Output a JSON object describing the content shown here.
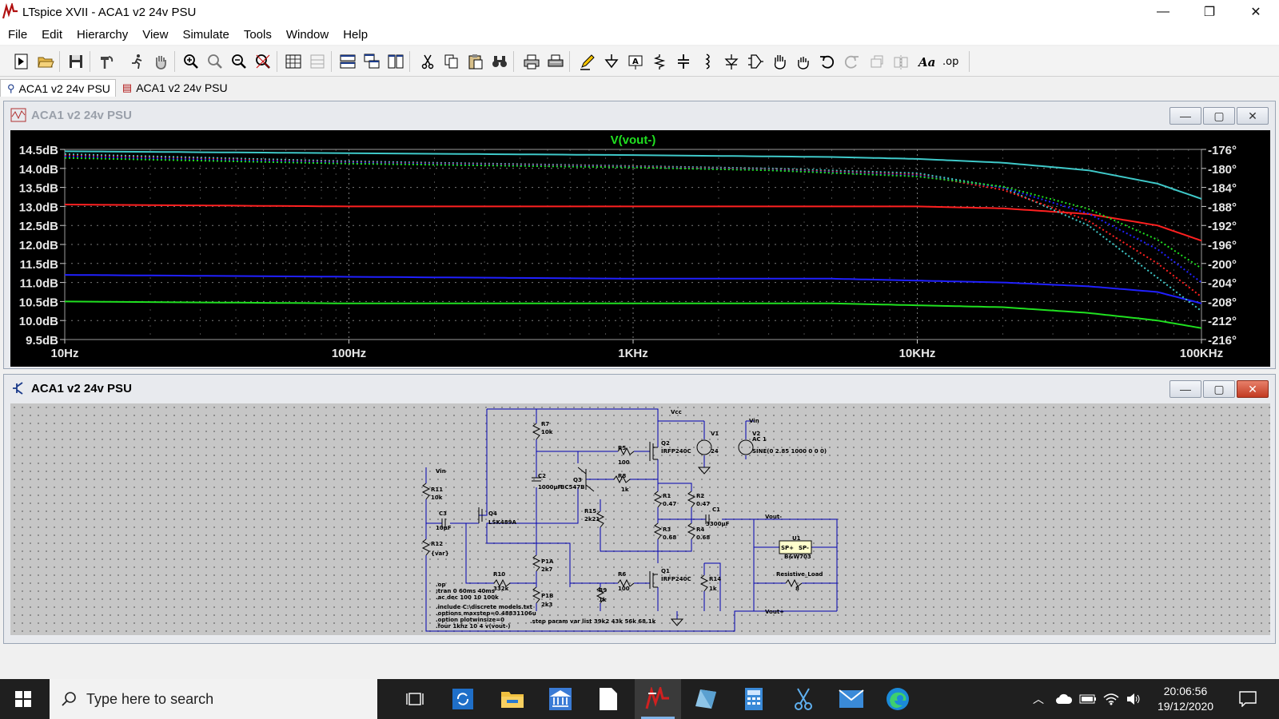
{
  "window": {
    "title": "LTspice XVII - ACA1 v2 24v PSU",
    "minimize": "—",
    "restore": "❐",
    "close": "✕"
  },
  "menu": [
    "File",
    "Edit",
    "Hierarchy",
    "View",
    "Simulate",
    "Tools",
    "Window",
    "Help"
  ],
  "tabs": [
    {
      "label": "ACA1 v2 24v PSU",
      "icon": "schematic-icon"
    },
    {
      "label": "ACA1 v2 24v PSU",
      "icon": "waveform-icon"
    }
  ],
  "plot_pane": {
    "title": "ACA1 v2 24v PSU"
  },
  "schematic_pane": {
    "title": "ACA1 v2 24v PSU"
  },
  "pane_controls": {
    "min": "—",
    "max": "▢",
    "close": "✕"
  },
  "chart_data": {
    "type": "line",
    "title": "V(vout-)",
    "xscale": "log",
    "xlim": [
      10,
      100000
    ],
    "xticks": [
      10,
      100,
      1000,
      10000,
      100000
    ],
    "xtick_labels": [
      "10Hz",
      "100Hz",
      "1KHz",
      "10KHz",
      "100KHz"
    ],
    "ylim_left": [
      9.5,
      14.5
    ],
    "yticks_left": [
      9.5,
      10.0,
      10.5,
      11.0,
      11.5,
      12.0,
      12.5,
      13.0,
      13.5,
      14.0,
      14.5
    ],
    "ytick_labels_left": [
      "9.5dB",
      "10.0dB",
      "10.5dB",
      "11.0dB",
      "11.5dB",
      "12.0dB",
      "12.5dB",
      "13.0dB",
      "13.5dB",
      "14.0dB",
      "14.5dB"
    ],
    "ylim_right": [
      -216,
      -176
    ],
    "yticks_right": [
      -216,
      -212,
      -208,
      -204,
      -200,
      -196,
      -192,
      -188,
      -184,
      -180,
      -176
    ],
    "ytick_labels_right": [
      "-216°",
      "-212°",
      "-208°",
      "-204°",
      "-200°",
      "-196°",
      "-192°",
      "-188°",
      "-184°",
      "-180°",
      "-176°"
    ],
    "grid": true,
    "background": "#000000",
    "series": [
      {
        "color": "#3fc9c9",
        "style": "solid",
        "axis": "left",
        "x": [
          10,
          100,
          1000,
          5000,
          10000,
          20000,
          40000,
          70000,
          100000
        ],
        "y": [
          14.45,
          14.4,
          14.35,
          14.3,
          14.25,
          14.15,
          13.95,
          13.6,
          13.2
        ]
      },
      {
        "color": "#ff2020",
        "style": "solid",
        "axis": "left",
        "x": [
          10,
          100,
          1000,
          5000,
          10000,
          20000,
          40000,
          70000,
          100000
        ],
        "y": [
          13.05,
          13.0,
          13.0,
          13.0,
          13.0,
          12.95,
          12.8,
          12.5,
          12.1
        ]
      },
      {
        "color": "#2020ff",
        "style": "solid",
        "axis": "left",
        "x": [
          10,
          100,
          1000,
          5000,
          10000,
          20000,
          40000,
          70000,
          100000
        ],
        "y": [
          11.2,
          11.15,
          11.1,
          11.1,
          11.05,
          11.0,
          10.9,
          10.75,
          10.45
        ]
      },
      {
        "color": "#20e020",
        "style": "solid",
        "axis": "left",
        "x": [
          10,
          100,
          1000,
          5000,
          10000,
          20000,
          40000,
          70000,
          100000
        ],
        "y": [
          10.5,
          10.45,
          10.45,
          10.45,
          10.4,
          10.35,
          10.2,
          10.0,
          9.8
        ]
      },
      {
        "color": "#3fc9c9",
        "style": "dotted",
        "axis": "right",
        "x": [
          10,
          100,
          1000,
          3000,
          10000,
          20000,
          40000,
          70000,
          100000
        ],
        "y": [
          -177,
          -178.5,
          -179.5,
          -180,
          -181,
          -184,
          -192,
          -203,
          -210
        ]
      },
      {
        "color": "#ff2020",
        "style": "dotted",
        "axis": "right",
        "x": [
          10,
          100,
          1000,
          3000,
          10000,
          20000,
          40000,
          70000,
          100000
        ],
        "y": [
          -177.3,
          -178.7,
          -179.6,
          -180.2,
          -181.3,
          -184.5,
          -191,
          -200,
          -207
        ]
      },
      {
        "color": "#2020ff",
        "style": "dotted",
        "axis": "right",
        "x": [
          10,
          100,
          1000,
          3000,
          10000,
          20000,
          40000,
          70000,
          100000
        ],
        "y": [
          -177.5,
          -178.8,
          -179.7,
          -180.3,
          -181.5,
          -184,
          -189.5,
          -197,
          -204
        ]
      },
      {
        "color": "#20e020",
        "style": "dotted",
        "axis": "right",
        "x": [
          10,
          100,
          1000,
          3000,
          10000,
          20000,
          40000,
          70000,
          100000
        ],
        "y": [
          -177.8,
          -179,
          -179.8,
          -180.4,
          -181.7,
          -183.8,
          -188.5,
          -195,
          -201
        ]
      }
    ]
  },
  "schematic": {
    "labels": [
      {
        "t": "Vcc"
      },
      {
        "t": "Vin"
      },
      {
        "t": "Vin"
      },
      {
        "t": "Vout-"
      },
      {
        "t": "Vout+"
      },
      {
        "t": "R7"
      },
      {
        "t": "10k"
      },
      {
        "t": "R5"
      },
      {
        "t": "100"
      },
      {
        "t": "Q2"
      },
      {
        "t": "IRFP240C"
      },
      {
        "t": "V1"
      },
      {
        "t": "24"
      },
      {
        "t": "V2"
      },
      {
        "t": "AC 1"
      },
      {
        "t": "SINE(0 2.85 1000 0 0 0)"
      },
      {
        "t": "C2"
      },
      {
        "t": "1000µF"
      },
      {
        "t": "Q3"
      },
      {
        "t": "BC547B"
      },
      {
        "t": "R8"
      },
      {
        "t": "1k"
      },
      {
        "t": "R11"
      },
      {
        "t": "10k"
      },
      {
        "t": "R15"
      },
      {
        "t": "2k21"
      },
      {
        "t": "R1"
      },
      {
        "t": "0.47"
      },
      {
        "t": "R2"
      },
      {
        "t": "0.47"
      },
      {
        "t": "C1"
      },
      {
        "t": "3300µF"
      },
      {
        "t": "C3"
      },
      {
        "t": "10µF"
      },
      {
        "t": "Q4"
      },
      {
        "t": "LSK489A"
      },
      {
        "t": "R3"
      },
      {
        "t": "0.68"
      },
      {
        "t": "R4"
      },
      {
        "t": "0.68"
      },
      {
        "t": "U1"
      },
      {
        "t": "SP+"
      },
      {
        "t": "SP-"
      },
      {
        "t": "B&W703"
      },
      {
        "t": "R12"
      },
      {
        "t": "{var}"
      },
      {
        "t": "P1A"
      },
      {
        "t": "2k7"
      },
      {
        "t": "Resistive_Load"
      },
      {
        "t": "8"
      },
      {
        "t": "R10"
      },
      {
        "t": "332k"
      },
      {
        "t": "R6"
      },
      {
        "t": "100"
      },
      {
        "t": "Q1"
      },
      {
        "t": "IRFP240C"
      },
      {
        "t": "R14"
      },
      {
        "t": "1k"
      },
      {
        "t": "R9"
      },
      {
        "t": "1k"
      },
      {
        "t": "P1B"
      },
      {
        "t": "2k3"
      }
    ],
    "directives": [
      ".op",
      ";tran 0 60ms 40ms",
      ".ac dec 100 10 100k",
      ".include C:\\discrete models.txt",
      ".options maxstep=0.48831106u",
      ".option plotwinsize=0",
      ".four 1khz 10 4 v(vout-)",
      ".step param var list 39k2 43k 56k 68.1k"
    ]
  },
  "taskbar": {
    "search_placeholder": "Type here to search",
    "time": "20:06:56",
    "date": "19/12/2020"
  }
}
